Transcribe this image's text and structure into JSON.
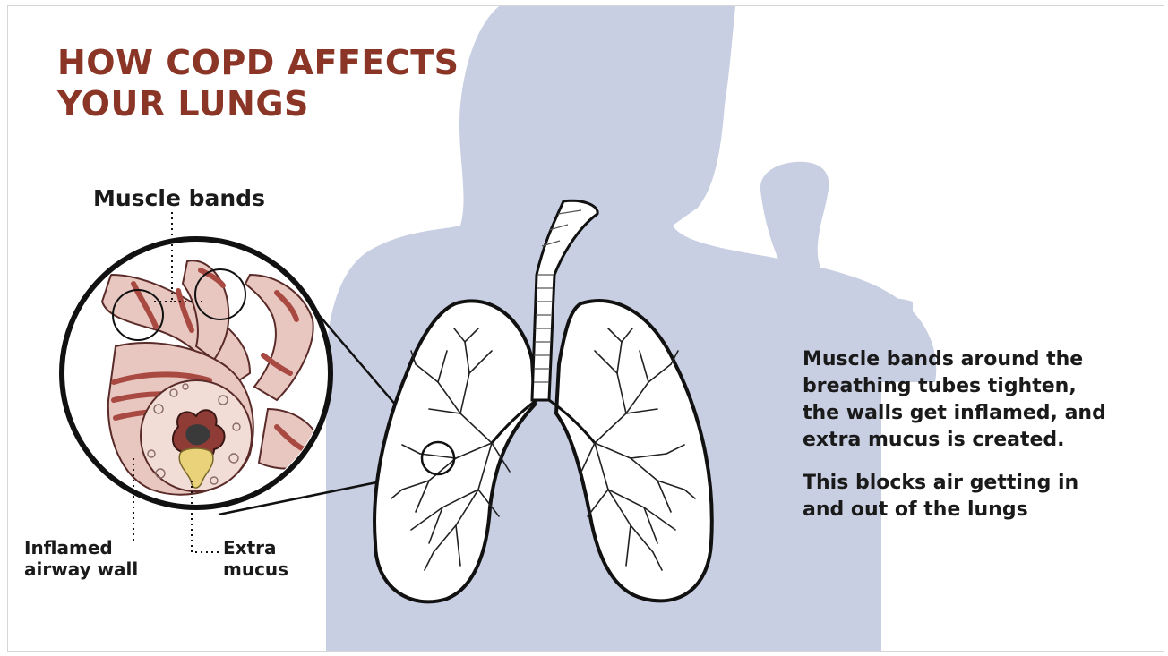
{
  "title": {
    "line1": "HOW COPD AFFECTS",
    "line2": "YOUR LUNGS"
  },
  "labels": {
    "muscle_bands": "Muscle bands",
    "inflamed_line1": "Inflamed",
    "inflamed_line2": "airway wall",
    "mucus_line1": "Extra",
    "mucus_line2": "mucus"
  },
  "description": {
    "paragraph1": "Muscle bands around the breathing tubes tighten, the walls get inflamed, and extra mucus is created.",
    "paragraph2": "This blocks air getting in and out of the lungs"
  },
  "colors": {
    "title": "#8a3526",
    "silhouette": "#c9cfe2",
    "outline": "#111111",
    "airway_pink": "#e8c7c0",
    "muscle_red": "#a84a42",
    "mucus_yellow": "#ead27a"
  }
}
